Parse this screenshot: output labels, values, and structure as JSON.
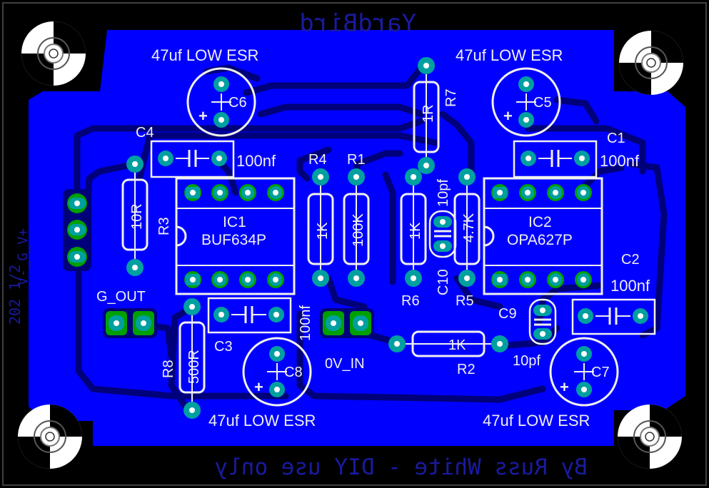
{
  "board": {
    "top_mirror_text": "YardBird",
    "bottom_mirror_text": "By Russ White - DIY use only",
    "side_text": "V-_G_V+",
    "side_code": "202 1/2"
  },
  "components": {
    "c6": {
      "ref": "C6",
      "value": "47uf LOW ESR"
    },
    "c5": {
      "ref": "C5",
      "value": "47uf LOW ESR"
    },
    "c8": {
      "ref": "C8",
      "value": "47uf LOW ESR"
    },
    "c7": {
      "ref": "C7",
      "value": "47uf LOW ESR"
    },
    "c4": {
      "ref": "C4",
      "value": "100nf"
    },
    "c1": {
      "ref": "C1",
      "value": "100nf"
    },
    "c2": {
      "ref": "C2",
      "value": "100nf"
    },
    "c3": {
      "ref": "C3",
      "value": "100nf"
    },
    "c9": {
      "ref": "C9",
      "value": "10pf"
    },
    "c10": {
      "ref": "C10",
      "value": "10pf"
    },
    "r1": {
      "ref": "R1",
      "value": "100K"
    },
    "r2": {
      "ref": "R2",
      "value": "1K"
    },
    "r3": {
      "ref": "R3",
      "value": "10R"
    },
    "r4": {
      "ref": "R4",
      "value": "1K"
    },
    "r5": {
      "ref": "R5",
      "value": "4.7K"
    },
    "r6": {
      "ref": "R6",
      "value": "1K"
    },
    "r7": {
      "ref": "R7",
      "value": "1R"
    },
    "r8": {
      "ref": "R8",
      "value": "500R"
    },
    "ic1": {
      "ref": "IC1",
      "value": "BUF634P"
    },
    "ic2": {
      "ref": "IC2",
      "value": "OPA627P"
    }
  },
  "connectors": {
    "out": {
      "label": "G_OUT"
    },
    "in": {
      "label": "0V_IN"
    },
    "plus": "+"
  },
  "colors": {
    "copper": "#0000ff",
    "trace": "#00007a",
    "pad": "#00a0a0",
    "silk": "#f0f0f0",
    "background": "#000000"
  }
}
